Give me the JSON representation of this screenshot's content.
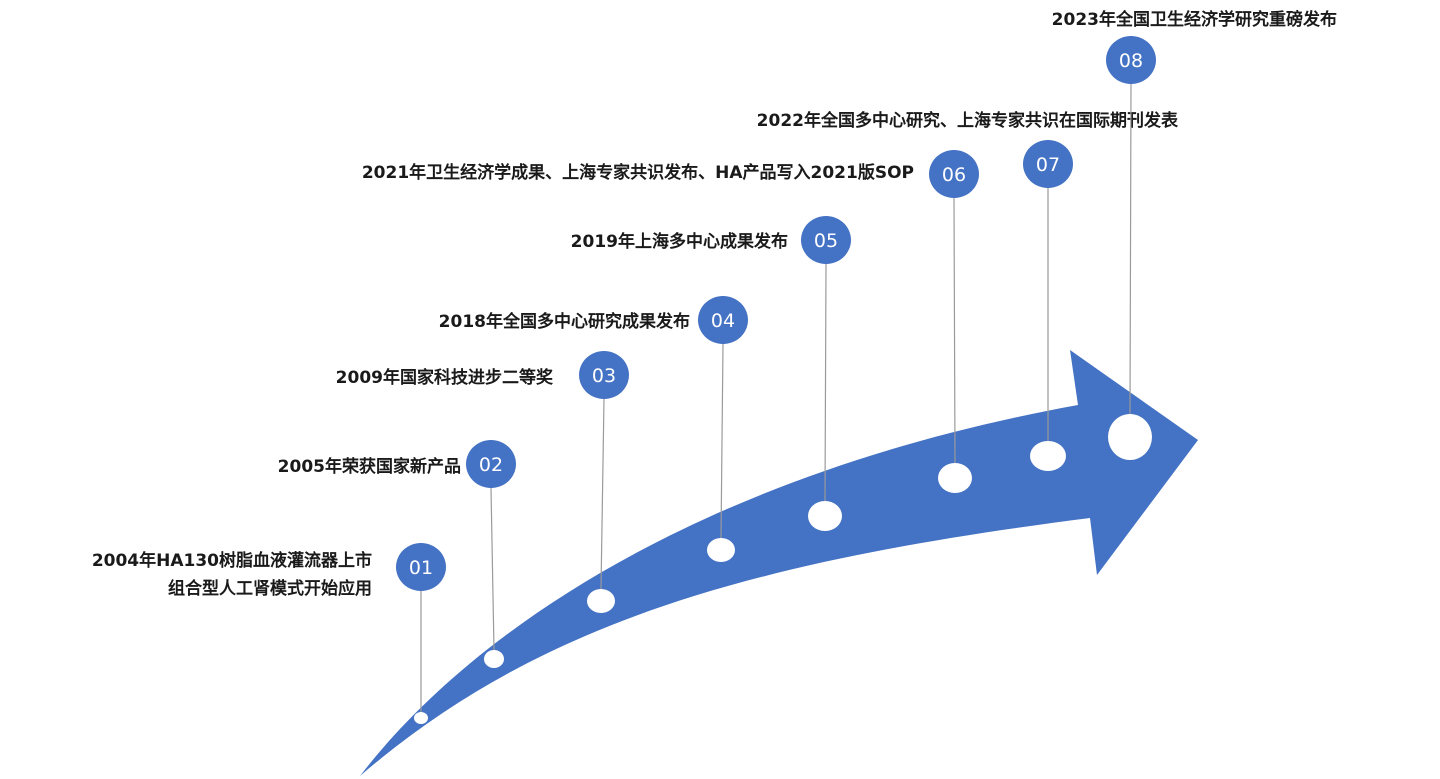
{
  "colors": {
    "arrow": "#4472c4",
    "badge": "#4472c4",
    "connector": "#9a9a9a",
    "dot": "#ffffff",
    "label_text": "#1a1a1a",
    "badge_text": "#ffffff"
  },
  "milestones": [
    {
      "number": "01",
      "label_lines": [
        "2004年HA130树脂血液灌流器上市",
        "组合型人工肾模式开始应用"
      ]
    },
    {
      "number": "02",
      "label_lines": [
        "2005年荣获国家新产品"
      ]
    },
    {
      "number": "03",
      "label_lines": [
        "2009年国家科技进步二等奖"
      ]
    },
    {
      "number": "04",
      "label_lines": [
        "2018年全国多中心研究成果发布"
      ]
    },
    {
      "number": "05",
      "label_lines": [
        "2019年上海多中心成果发布"
      ]
    },
    {
      "number": "06",
      "label_lines": [
        "2021年卫生经济学成果、上海专家共识发布、HA产品写入2021版SOP"
      ]
    },
    {
      "number": "07",
      "label_lines": [
        "2022年全国多中心研究、上海专家共识在国际期刊发表"
      ]
    },
    {
      "number": "08",
      "label_lines": [
        "2023年全国卫生经济学研究重磅发布"
      ]
    }
  ]
}
